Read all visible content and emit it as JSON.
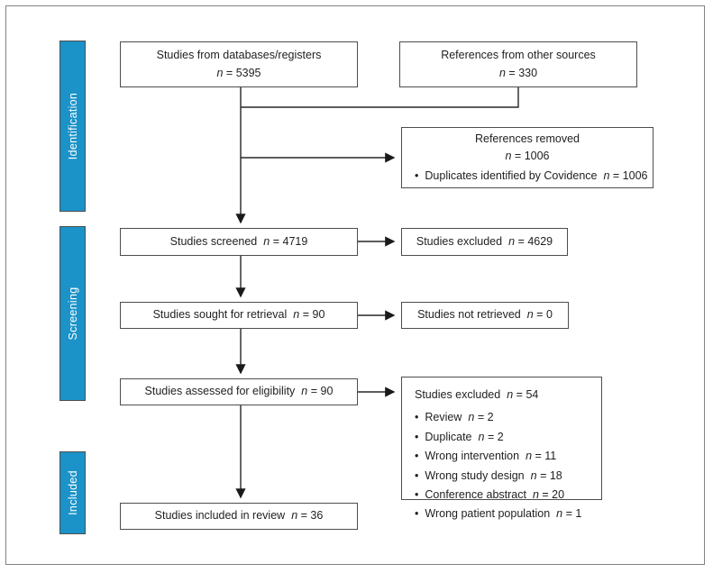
{
  "symbols": {
    "n": "n",
    "eq": "=",
    "bullet": "•"
  },
  "colors": {
    "accent_blue": "#1b93c8",
    "line": "#262626",
    "box_border": "#4d4d4d",
    "outer_border": "#828282",
    "sidebar_text": "#ffffff"
  },
  "sidebar": {
    "items": [
      {
        "label": "Identification"
      },
      {
        "label": "Screening"
      },
      {
        "label": "Included"
      }
    ]
  },
  "boxes": {
    "databases": {
      "label": "Studies from databases/registers",
      "n": "5395"
    },
    "other_sources": {
      "label": "References from other sources",
      "n": "330"
    },
    "references_removed": {
      "label": "References removed",
      "n": "1006",
      "bullets": [
        {
          "label": "Duplicates identified by Covidence",
          "n": "1006"
        }
      ]
    },
    "screened": {
      "label": "Studies screened",
      "n": "4719"
    },
    "excluded_screening": {
      "label": "Studies excluded",
      "n": "4629"
    },
    "sought": {
      "label": "Studies sought for retrieval",
      "n": "90"
    },
    "not_retrieved": {
      "label": "Studies not retrieved",
      "n": "0"
    },
    "assessed": {
      "label": "Studies assessed for eligibility",
      "n": "90"
    },
    "excluded_eligibility": {
      "label": "Studies excluded",
      "n": "54",
      "bullets": [
        {
          "label": "Review",
          "n": "2"
        },
        {
          "label": "Duplicate",
          "n": "2"
        },
        {
          "label": "Wrong intervention",
          "n": "11"
        },
        {
          "label": "Wrong study design",
          "n": "18"
        },
        {
          "label": "Conference abstract",
          "n": "20"
        },
        {
          "label": "Wrong patient population",
          "n": "1"
        }
      ]
    },
    "included": {
      "label": "Studies included in review",
      "n": "36"
    }
  }
}
